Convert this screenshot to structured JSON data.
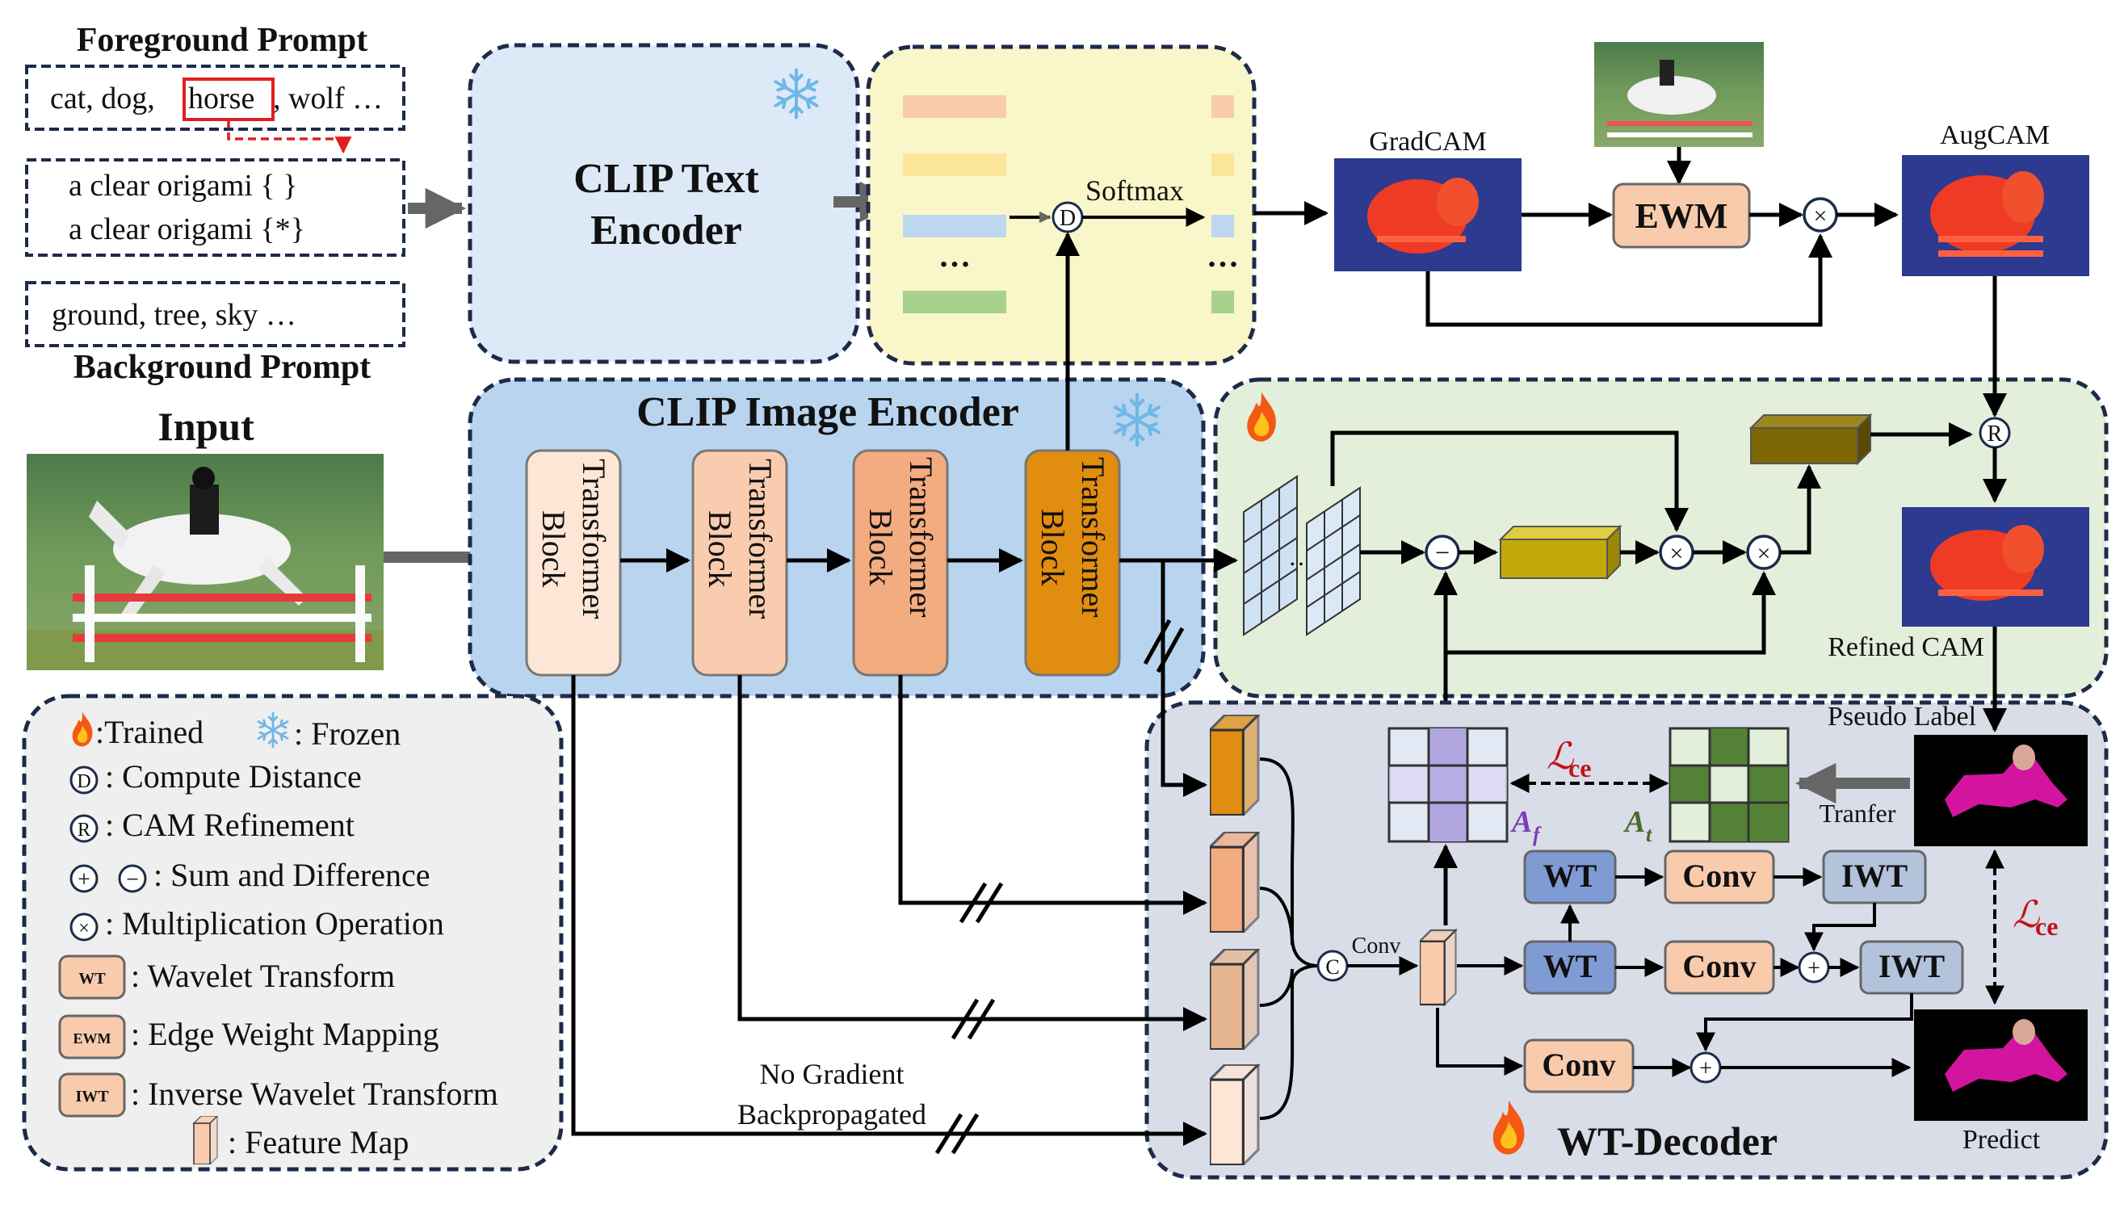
{
  "prompts": {
    "foreground_title": "Foreground Prompt",
    "foreground_words_prefix": "cat, dog,",
    "foreground_highlight": "horse",
    "foreground_words_suffix": ", wolf …",
    "template_line1": "a clear origami { }",
    "template_line2": "a clear origami {*}",
    "background_words": "ground, tree, sky …",
    "background_title": "Background Prompt"
  },
  "text_encoder": {
    "line1": "CLIP Text",
    "line2": "Encoder"
  },
  "similarity": {
    "softmax": "Softmax",
    "ellipsis": "…",
    "distance_symbol": "D"
  },
  "cam_top": {
    "gradcam": "GradCAM",
    "ewm": "EWM",
    "augcam": "AugCAM",
    "multiply": "×"
  },
  "input_label": "Input",
  "image_encoder": {
    "title": "CLIP Image Encoder",
    "blocks": [
      {
        "line1": "Transformer",
        "line2": "Block"
      },
      {
        "line1": "Transformer",
        "line2": "Block"
      },
      {
        "line1": "Transformer",
        "line2": "Block"
      },
      {
        "line1": "Transformer",
        "line2": "Block"
      }
    ]
  },
  "refine": {
    "minus": "−",
    "times": "×",
    "r_symbol": "R",
    "refined_cam": "Refined CAM",
    "ellipsis": "…"
  },
  "legend": {
    "trained": ":Trained",
    "frozen": ": Frozen",
    "d_desc": ": Compute Distance",
    "r_desc": ": CAM Refinement",
    "pm_desc": ": Sum and Difference",
    "x_desc": ": Multiplication Operation",
    "wt_tag": "WT",
    "wt_desc": ": Wavelet Transform",
    "ewm_tag": "EWM",
    "ewm_desc": ": Edge Weight Mapping",
    "iwt_tag": "IWT",
    "iwt_desc": ": Inverse Wavelet Transform",
    "fm_desc": ": Feature Map",
    "plus": "+",
    "minus": "−",
    "d": "D",
    "r": "R",
    "x": "×"
  },
  "no_gradient": {
    "line1": "No Gradient",
    "line2": "Backpropagated"
  },
  "decoder": {
    "title": "WT-Decoder",
    "concat": "C",
    "conv_label": "Conv",
    "wt": "WT",
    "conv": "Conv",
    "iwt": "IWT",
    "plus": "+",
    "loss_l": "ℒ",
    "loss_ce": "ce",
    "af": "A",
    "af_sub": "f",
    "at": "A",
    "at_sub": "t",
    "transfer": "Tranfer",
    "pseudo_label": "Pseudo Label",
    "predict": "Predict"
  },
  "colors": {
    "text_encoder_fill": "#dde9f7",
    "similarity_fill": "#f9f6c9",
    "image_encoder_fill": "#b9d4ee",
    "refine_fill": "#e4efdb",
    "legend_fill": "#efefef",
    "decoder_fill": "#d9dde8",
    "dash_border": "#1d2b4a",
    "highlight_red": "#e02020",
    "loss_red": "#c0141c",
    "af_purple": "#7b3fb5",
    "at_green": "#4a6a2a",
    "block1": "#fde6d5",
    "block2": "#f9ccb0",
    "block3": "#f3ab80",
    "block4": "#e08d10",
    "ewm_fill": "#f8cbad",
    "wt_fill": "#7f9bd4",
    "iwt_fill": "#b4c3dc",
    "olive": "#c2aa0a",
    "dark_olive": "#7d6604",
    "mask_pink": "#d3149e"
  }
}
